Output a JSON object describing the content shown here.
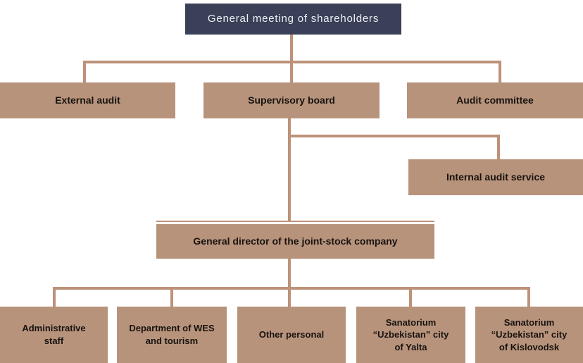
{
  "chart_title": "Company management structure diagram",
  "colors": {
    "header_box": "#3a4057",
    "node_box": "#b8937c",
    "connector_line": "#bd9279",
    "header_text": "#eef0f6",
    "node_text": "#17130e",
    "background": "#ffffff"
  },
  "nodes": {
    "shareholders": {
      "label": "General meeting of shareholders"
    },
    "external_audit": {
      "label": "External audit"
    },
    "supervisory_board": {
      "label": "Supervisory board"
    },
    "audit_committee": {
      "label": "Audit committee"
    },
    "internal_audit": {
      "label": "Internal audit service"
    },
    "general_director": {
      "label": "General director of the joint-stock company"
    },
    "admin_staff": {
      "label": [
        "Administrative",
        "staff"
      ]
    },
    "wes_tourism": {
      "label": [
        "Department of WES",
        "and tourism"
      ]
    },
    "other_personal": {
      "label": "Other personal"
    },
    "sanatorium_yalta": {
      "label": [
        "Sanatorium",
        "“Uzbekistan” city",
        "of Yalta"
      ]
    },
    "sanatorium_kislovodsk": {
      "label": [
        "Sanatorium",
        "“Uzbekistan” city",
        "of Kislovodsk"
      ]
    }
  }
}
